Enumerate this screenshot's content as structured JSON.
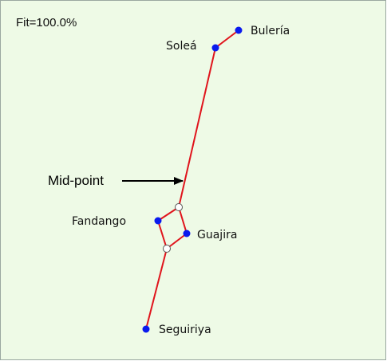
{
  "fit_label": "Fit=100.0%",
  "annotation_label": "Mid-point",
  "colors": {
    "background": "#eefae6",
    "border": "#9aa8a0",
    "edge": "#e0141c",
    "leaf": "#0a1aee",
    "internal_fill": "#ffffff",
    "internal_stroke": "#555555",
    "arrow": "#000000"
  },
  "leaves": [
    {
      "id": "buleria",
      "label": "Bulería"
    },
    {
      "id": "solea",
      "label": "Soleá"
    },
    {
      "id": "fandango",
      "label": "Fandango"
    },
    {
      "id": "guajira",
      "label": "Guajira"
    },
    {
      "id": "seguiriya",
      "label": "Seguiriya"
    }
  ],
  "internal_nodes": [
    "upper",
    "lower"
  ],
  "edges": [
    [
      "solea",
      "buleria"
    ],
    [
      "solea",
      "upper"
    ],
    [
      "upper",
      "fandango"
    ],
    [
      "upper",
      "guajira"
    ],
    [
      "fandango",
      "lower"
    ],
    [
      "guajira",
      "lower"
    ],
    [
      "lower",
      "seguiriya"
    ]
  ]
}
